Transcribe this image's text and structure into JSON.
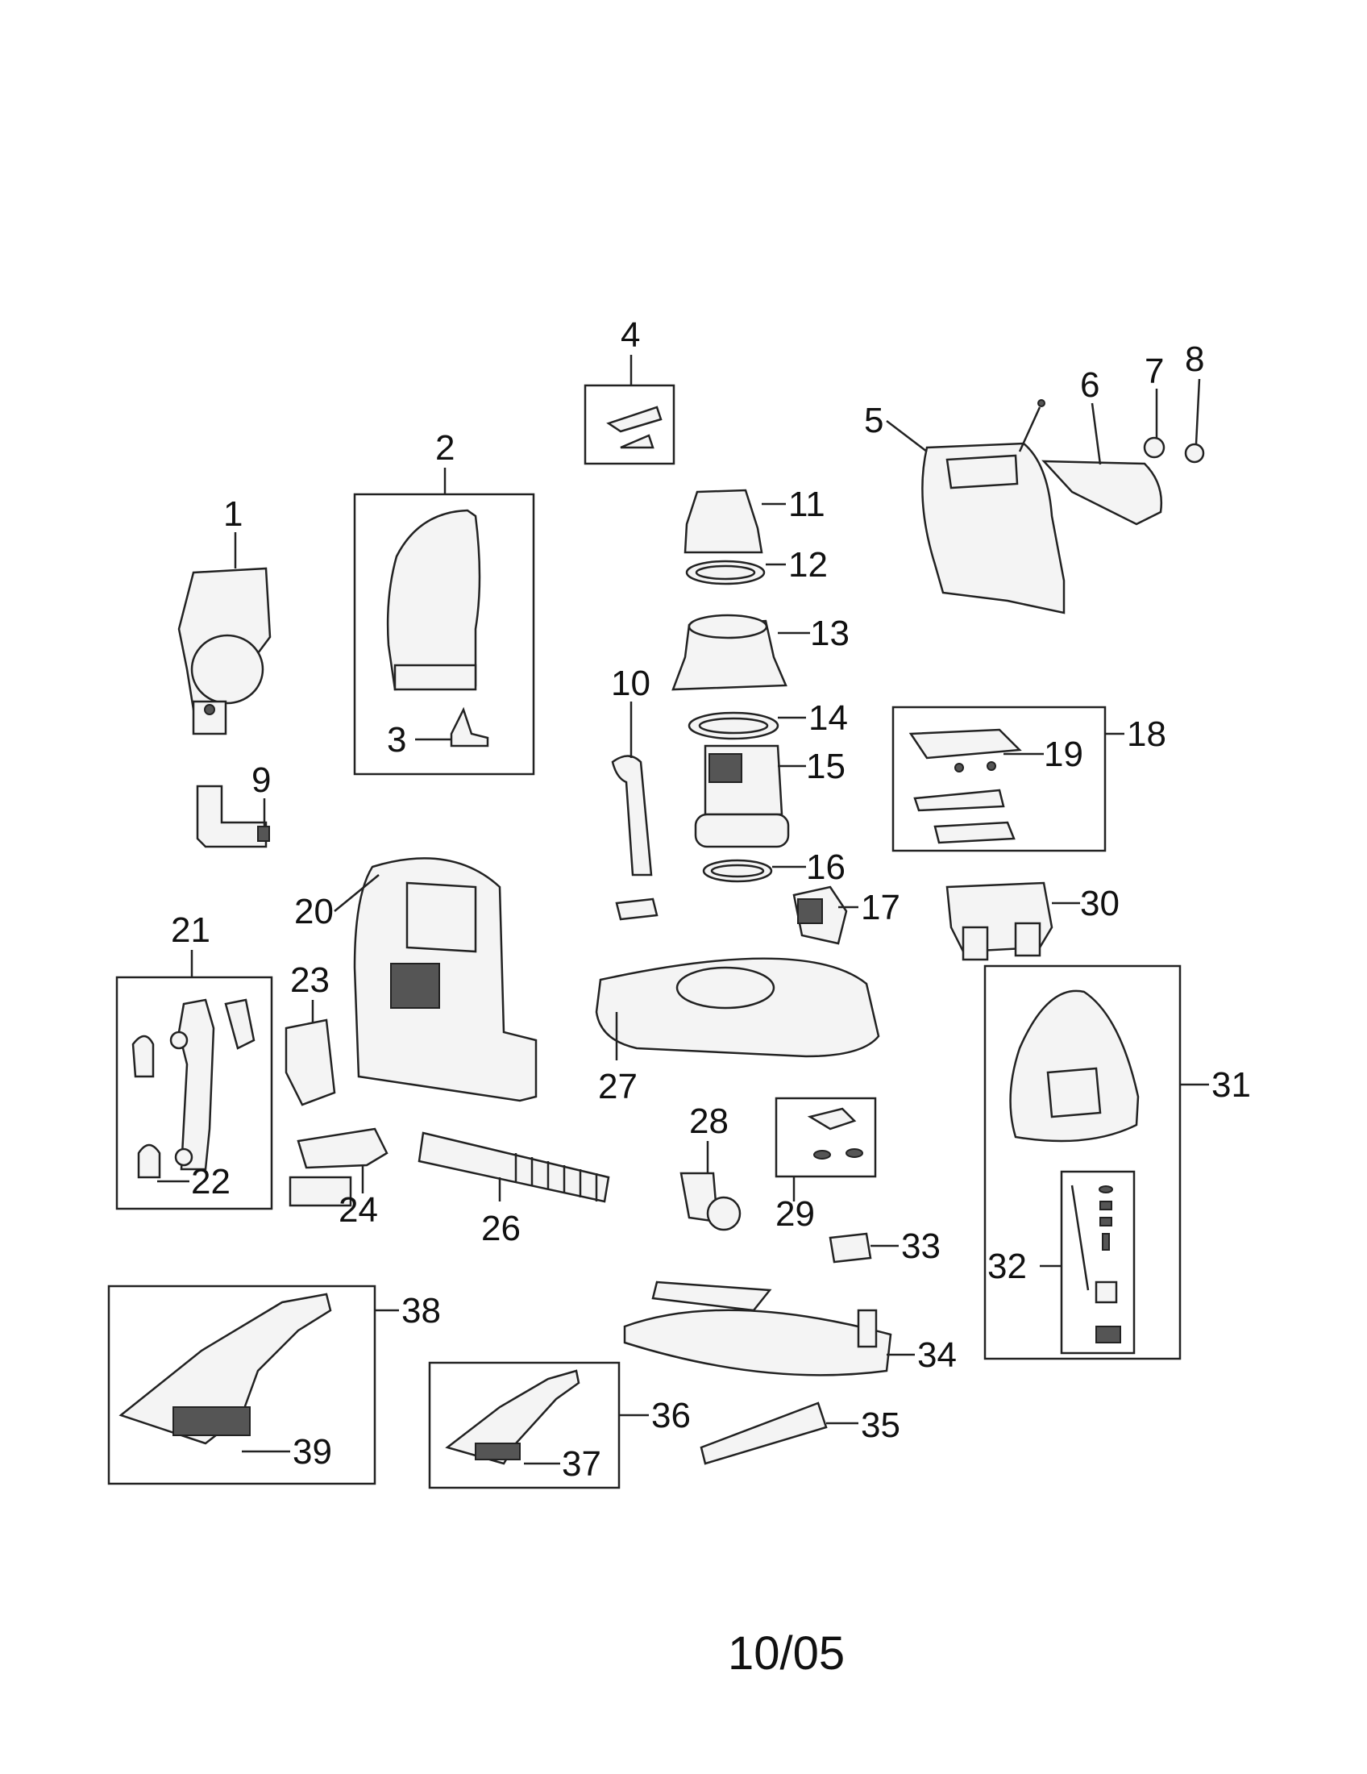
{
  "labels": {
    "p1": "1",
    "p2": "2",
    "p3": "3",
    "p4": "4",
    "p5": "5",
    "p6": "6",
    "p7": "7",
    "p8": "8",
    "p9": "9",
    "p10": "10",
    "p11": "11",
    "p12": "12",
    "p13": "13",
    "p14": "14",
    "p15": "15",
    "p16": "16",
    "p17": "17",
    "p18": "18",
    "p19": "19",
    "p20": "20",
    "p21": "21",
    "p22": "22",
    "p23": "23",
    "p24": "24",
    "p26": "26",
    "p27": "27",
    "p28": "28",
    "p29": "29",
    "p30": "30",
    "p31": "31",
    "p32": "32",
    "p33": "33",
    "p34": "34",
    "p35": "35",
    "p36": "36",
    "p37": "37",
    "p38": "38",
    "p39": "39"
  },
  "footer": {
    "date_code": "10/05"
  }
}
